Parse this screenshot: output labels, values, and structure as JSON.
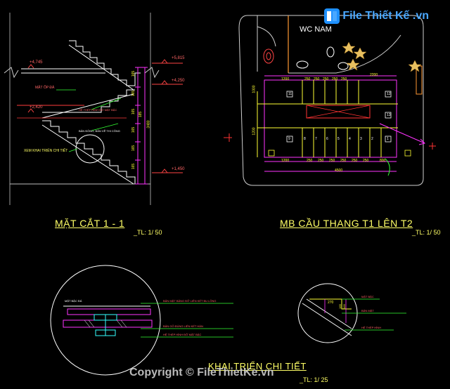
{
  "section_view": {
    "title": "MẶT CẮT 1 - 1",
    "scale": "_TL: 1/ 50",
    "levels": [
      "+4,745",
      "+4,250",
      "+2,420",
      "+1,450",
      "+5,815"
    ],
    "notes": [
      "MẶT ỐP ĐÁ",
      "HỆ THÉP HÌNH ĐỠ MẶT BẬC",
      "BẢN ĐỒNG, BẢN VẼ THI CÔNG",
      "XEM KHAI TRIỂN CHI TIẾT"
    ],
    "dims": [
      "165",
      "165",
      "165",
      "165",
      "165",
      "165",
      "185",
      "3480"
    ]
  },
  "plan_view": {
    "title": "MB CẦU THANG T1 LÊN T2",
    "scale": "_TL: 1/ 50",
    "room_label": "WC NAM",
    "dims_top": [
      "1200",
      "250",
      "250",
      "250",
      "250",
      "250",
      "2200"
    ],
    "dims_bottom": [
      "1200",
      "250",
      "250",
      "250",
      "250",
      "250",
      "250",
      "800"
    ],
    "dim_total": "4500",
    "dim_left": [
      "1000",
      "1200"
    ],
    "steps": [
      "11",
      "12",
      "13",
      "9",
      "8",
      "7",
      "6",
      "5",
      "4",
      "3",
      "2",
      "1"
    ]
  },
  "detail_view": {
    "title": "KHAI TRIỂN CHI TIẾT",
    "scale": "_TL: 1/ 25",
    "left_notes": [
      "MẶT BẬC ĐÁ",
      "BẢN MẶT BẢNG ĐỠ LIÊN KẾT BU LÔNG",
      "BẢN GỖ ĐÚNG LIÊN KẾT HÀN",
      "HỆ THÉP HÌNH ĐỠ MẶT BẬC"
    ],
    "right_notes": [
      "MẶT BẬC",
      "BẢN MẶT",
      "HỆ THÉP HÌNH"
    ],
    "right_dims": [
      "270",
      "165",
      "165"
    ]
  },
  "watermark": {
    "brand": "File Thiết Kế .vn",
    "copyright": "Copyright © FileThietKe.vn"
  }
}
